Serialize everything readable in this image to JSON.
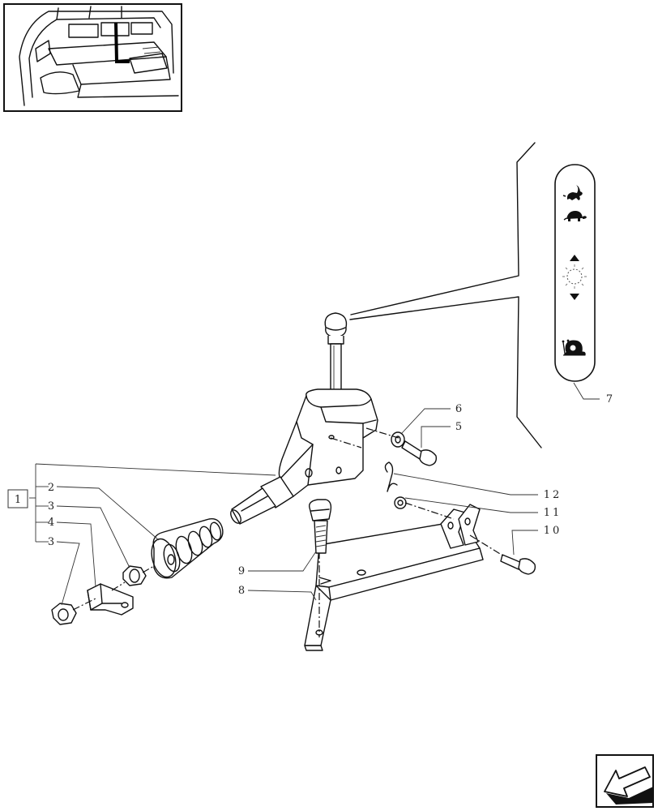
{
  "diagram": {
    "part_labels": {
      "item_1": "1",
      "item_2": "2",
      "item_3a": "3",
      "item_4": "4",
      "item_3b": "3",
      "item_5": "5",
      "item_6": "6",
      "item_7": "7",
      "item_8": "8",
      "item_9": "9",
      "item_10": "10",
      "item_11": "11",
      "item_12": "12"
    },
    "icons": {
      "speed_panel": [
        "hare-icon",
        "tortoise-icon",
        "arrow-up-icon",
        "sun-icon",
        "arrow-down-icon",
        "snail-icon"
      ],
      "navigation": "next-page-arrow-icon",
      "thumbnail": "tractor-cab-location-icon"
    },
    "colors": {
      "ink": "#111111",
      "paper": "#ffffff"
    }
  }
}
